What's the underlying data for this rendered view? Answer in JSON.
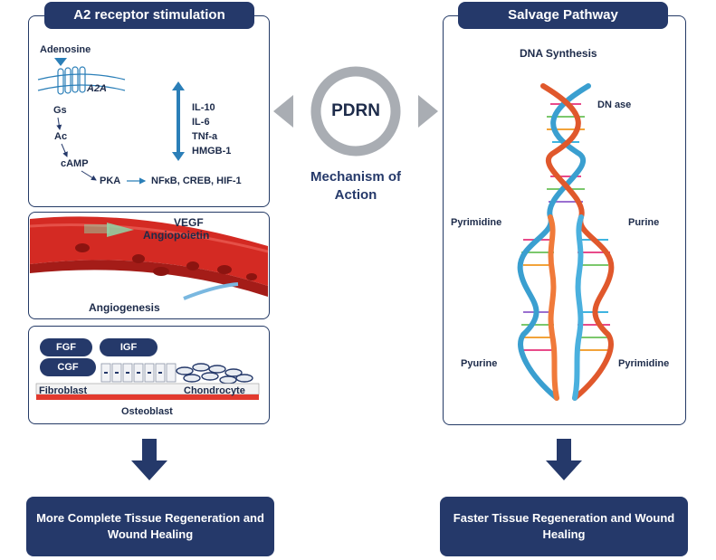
{
  "left": {
    "header": "A2 receptor stimulation",
    "receptor": {
      "adenosine": "Adenosine",
      "a2a": "A2A",
      "gs": "Gs",
      "ac": "Ac",
      "camp": "cAMP",
      "pka": "PKA",
      "factors": "NFκB, CREB, HIF-1",
      "cytokines": [
        "IL-10",
        "IL-6",
        "TNf-a",
        "HMGB-1"
      ]
    },
    "vessel": {
      "vegf": "VEGF",
      "angiopoietin": "Angiopoietin",
      "angiogenesis": "Angiogenesis"
    },
    "tissue": {
      "fgf": "FGF",
      "igf": "IGF",
      "cgf": "CGF",
      "fibroblast": "Fibroblast",
      "chondrocyte": "Chondrocyte",
      "osteoblast": "Osteoblast"
    },
    "result": "More Complete Tissue Regeneration and Wound Healing"
  },
  "center": {
    "pdrn": "PDRN",
    "mechanism": "Mechanism of Action"
  },
  "right": {
    "header": "Salvage Pathway",
    "dna_synthesis": "DNA Synthesis",
    "dnase": "DN ase",
    "pyrimidine_top": "Pyrimidine",
    "purine_top": "Purine",
    "purine_bottom": "Pyurine",
    "pyrimidine_bottom": "Pyrimidine",
    "result": "Faster Tissue Regeneration and Wound Healing"
  },
  "colors": {
    "navy": "#25396a",
    "blue_arrow": "#2b7fb8",
    "vessel_red": "#d42a23",
    "gray_ring": "#a9adb3"
  }
}
